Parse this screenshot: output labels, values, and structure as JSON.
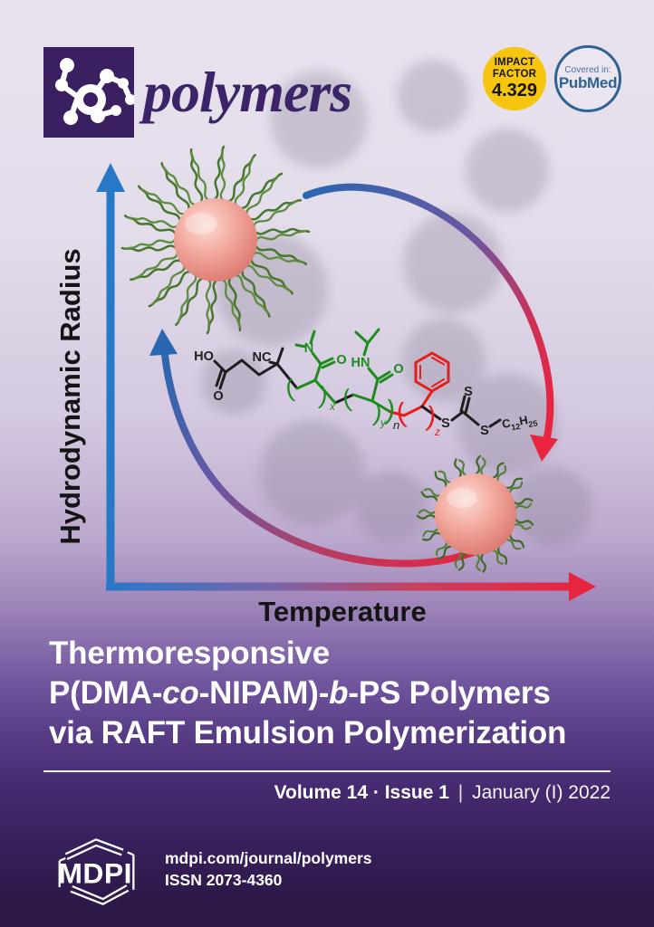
{
  "colors": {
    "logo_purple": "#3a1f61",
    "impact_yellow": "#f6c50f",
    "pubmed_blue": "#2f6391",
    "arrow_blue": "#2b67b0",
    "arrow_red": "#e8243f",
    "chem_green": "#1d8c1d",
    "chem_red": "#e81c1c",
    "sphere_pink": "#ee9c92",
    "background_bottom": "#2b1846"
  },
  "header": {
    "journal_name": "polymers",
    "impact_factor": {
      "word1": "IMPACT",
      "word2": "FACTOR",
      "value": "4.329"
    },
    "pubmed_badge": {
      "covered_in": "Covered in:",
      "name": "PubMed"
    }
  },
  "figure": {
    "y_axis_label": "Hydrodynamic Radius",
    "x_axis_label": "Temperature",
    "chemistry": {
      "ho": "HO",
      "nc": "NC",
      "o_carboxyl": "O",
      "n_amide": "N",
      "o_amide1": "O",
      "hn_amide": "HN",
      "o_amide2": "O",
      "br_open": "(",
      "br_close": ")",
      "sub_x": "x",
      "sub_y": "y",
      "sub_n": "n",
      "sub_z": "z",
      "s1": "S",
      "s2": "S",
      "s3": "S",
      "alkyl_c": "C",
      "alkyl_c_sub": "12",
      "alkyl_h": "H",
      "alkyl_h_sub": "25"
    }
  },
  "title": {
    "line1": "Thermoresponsive",
    "line2_pre": "P(DMA-",
    "line2_it1": "co",
    "line2_mid": "-NIPAM)-",
    "line2_it2": "b",
    "line2_post": "-PS Polymers",
    "line3": "via RAFT Emulsion Polymerization"
  },
  "issue": {
    "volume_issue": "Volume 14 · Issue 1",
    "separator": "|",
    "date": "January (I) 2022"
  },
  "footer": {
    "logo_text": "MDPI",
    "url": "mdpi.com/journal/polymers",
    "issn": "ISSN 2073-4360"
  }
}
